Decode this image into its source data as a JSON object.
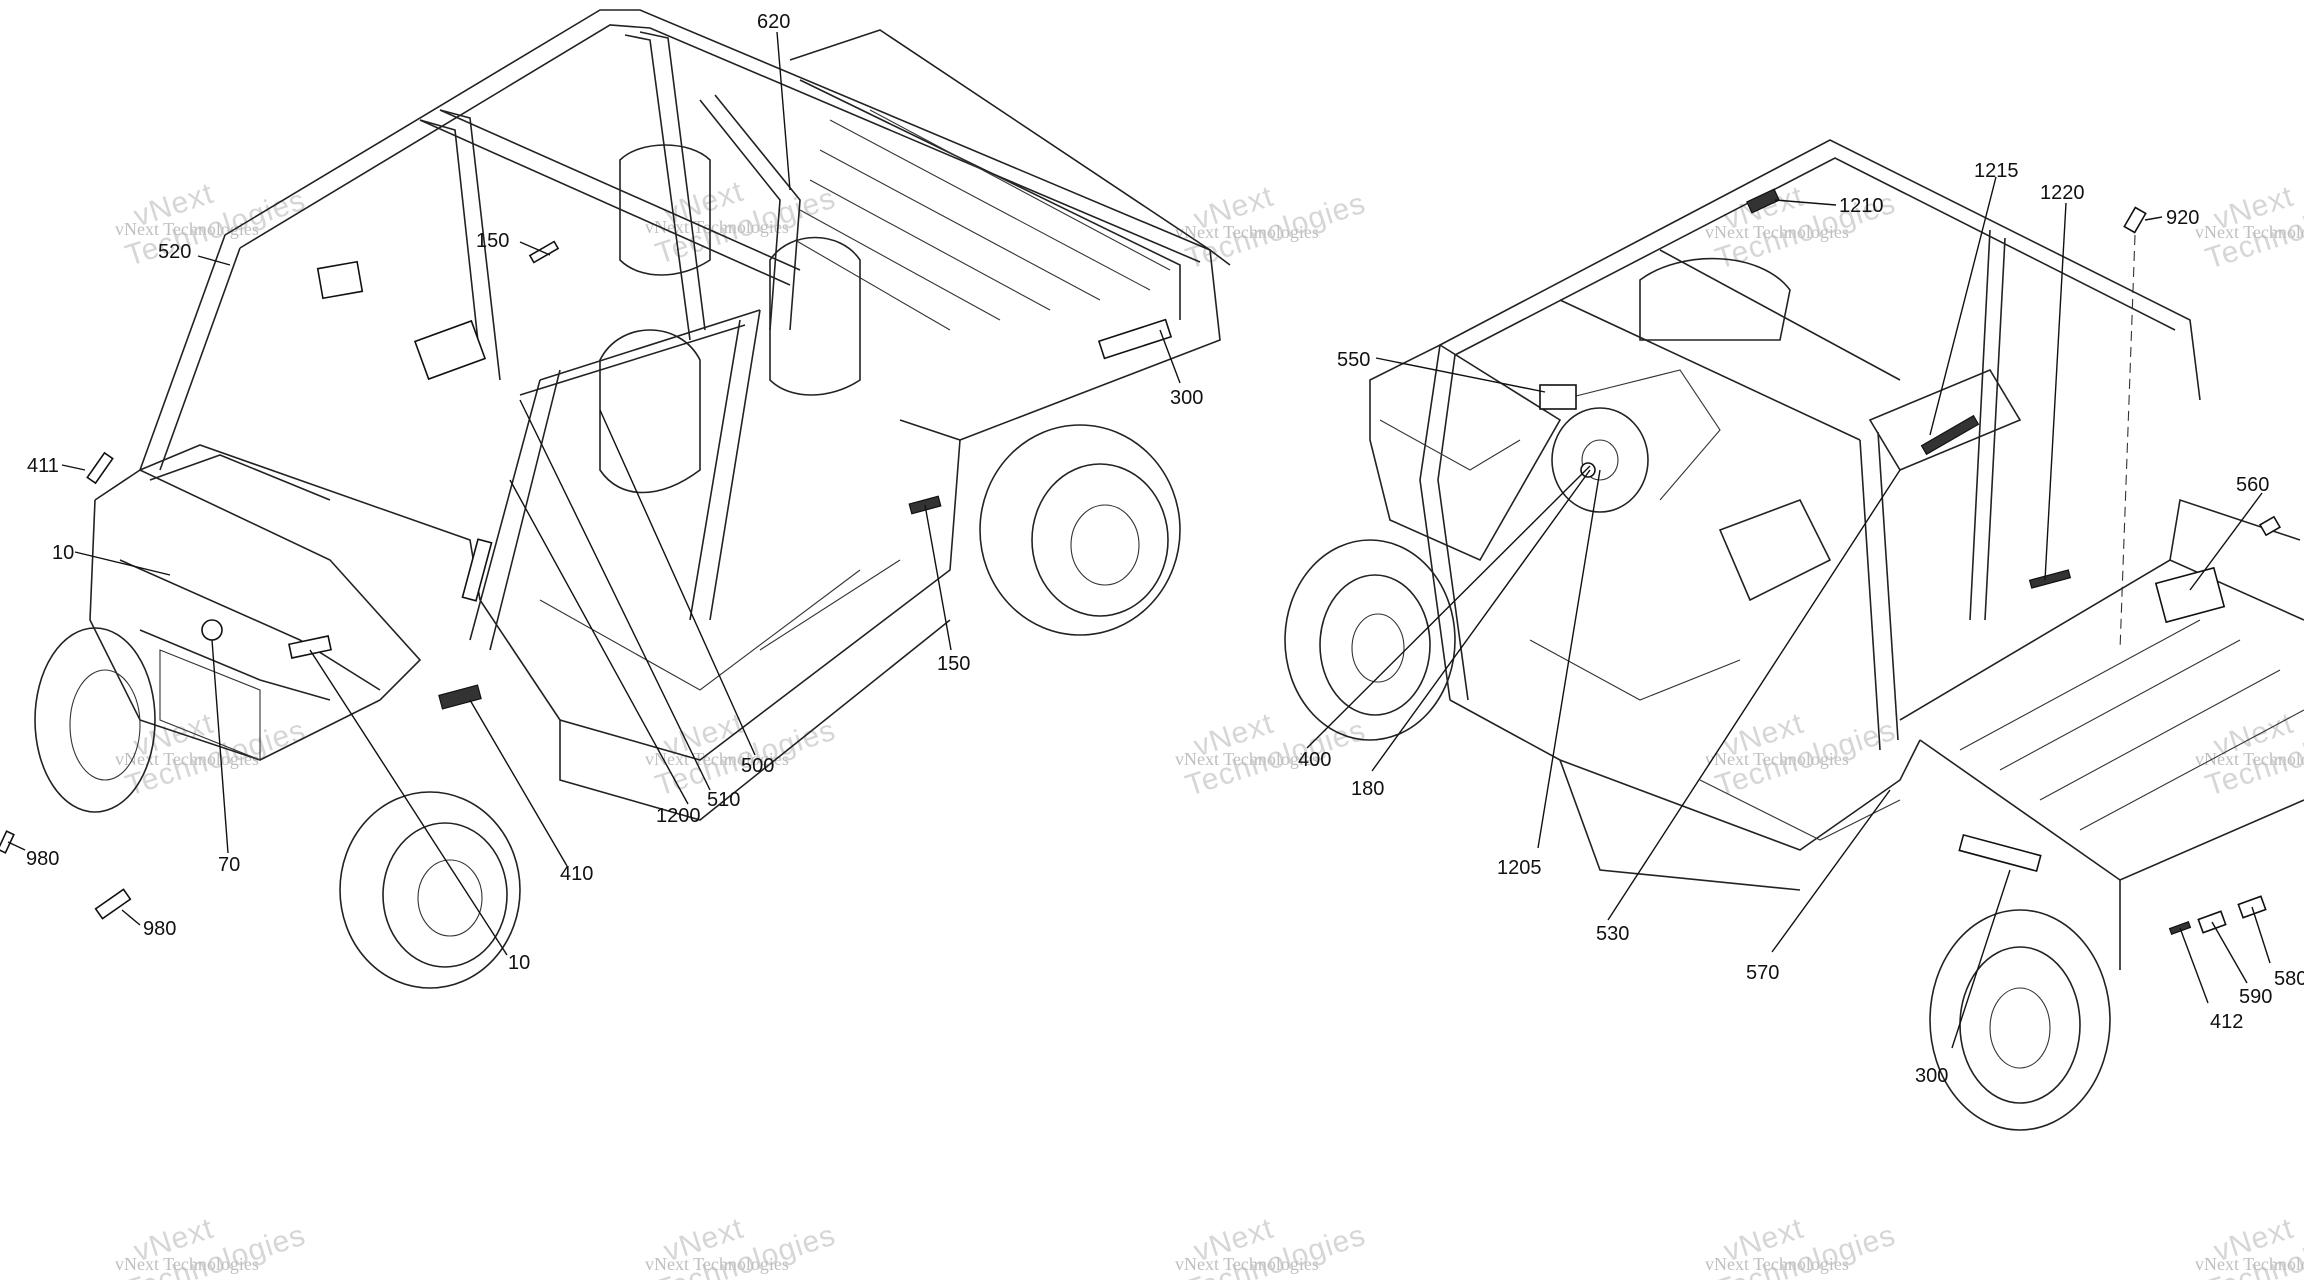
{
  "callouts": [
    {
      "id": "c620",
      "text": "620"
    },
    {
      "id": "c150a",
      "text": "150"
    },
    {
      "id": "c520",
      "text": "520"
    },
    {
      "id": "c411",
      "text": "411"
    },
    {
      "id": "c10a",
      "text": "10"
    },
    {
      "id": "c300a",
      "text": "300"
    },
    {
      "id": "c150b",
      "text": "150"
    },
    {
      "id": "c500",
      "text": "500"
    },
    {
      "id": "c510",
      "text": "510"
    },
    {
      "id": "c1200",
      "text": "1200"
    },
    {
      "id": "c410",
      "text": "410"
    },
    {
      "id": "c70",
      "text": "70"
    },
    {
      "id": "c980a",
      "text": "980"
    },
    {
      "id": "c980b",
      "text": "980"
    },
    {
      "id": "c10b",
      "text": "10"
    },
    {
      "id": "c1210",
      "text": "1210"
    },
    {
      "id": "c1215",
      "text": "1215"
    },
    {
      "id": "c1220",
      "text": "1220"
    },
    {
      "id": "c920",
      "text": "920"
    },
    {
      "id": "c550",
      "text": "550"
    },
    {
      "id": "c560",
      "text": "560"
    },
    {
      "id": "c400",
      "text": "400"
    },
    {
      "id": "c180",
      "text": "180"
    },
    {
      "id": "c1205",
      "text": "1205"
    },
    {
      "id": "c530",
      "text": "530"
    },
    {
      "id": "c570",
      "text": "570"
    },
    {
      "id": "c412",
      "text": "412"
    },
    {
      "id": "c590",
      "text": "590"
    },
    {
      "id": "c580",
      "text": "580"
    },
    {
      "id": "c300b",
      "text": "300"
    }
  ],
  "watermark": {
    "line1": "vNext Technologies",
    "line2": "Technologies",
    "prefix": "vNext"
  }
}
